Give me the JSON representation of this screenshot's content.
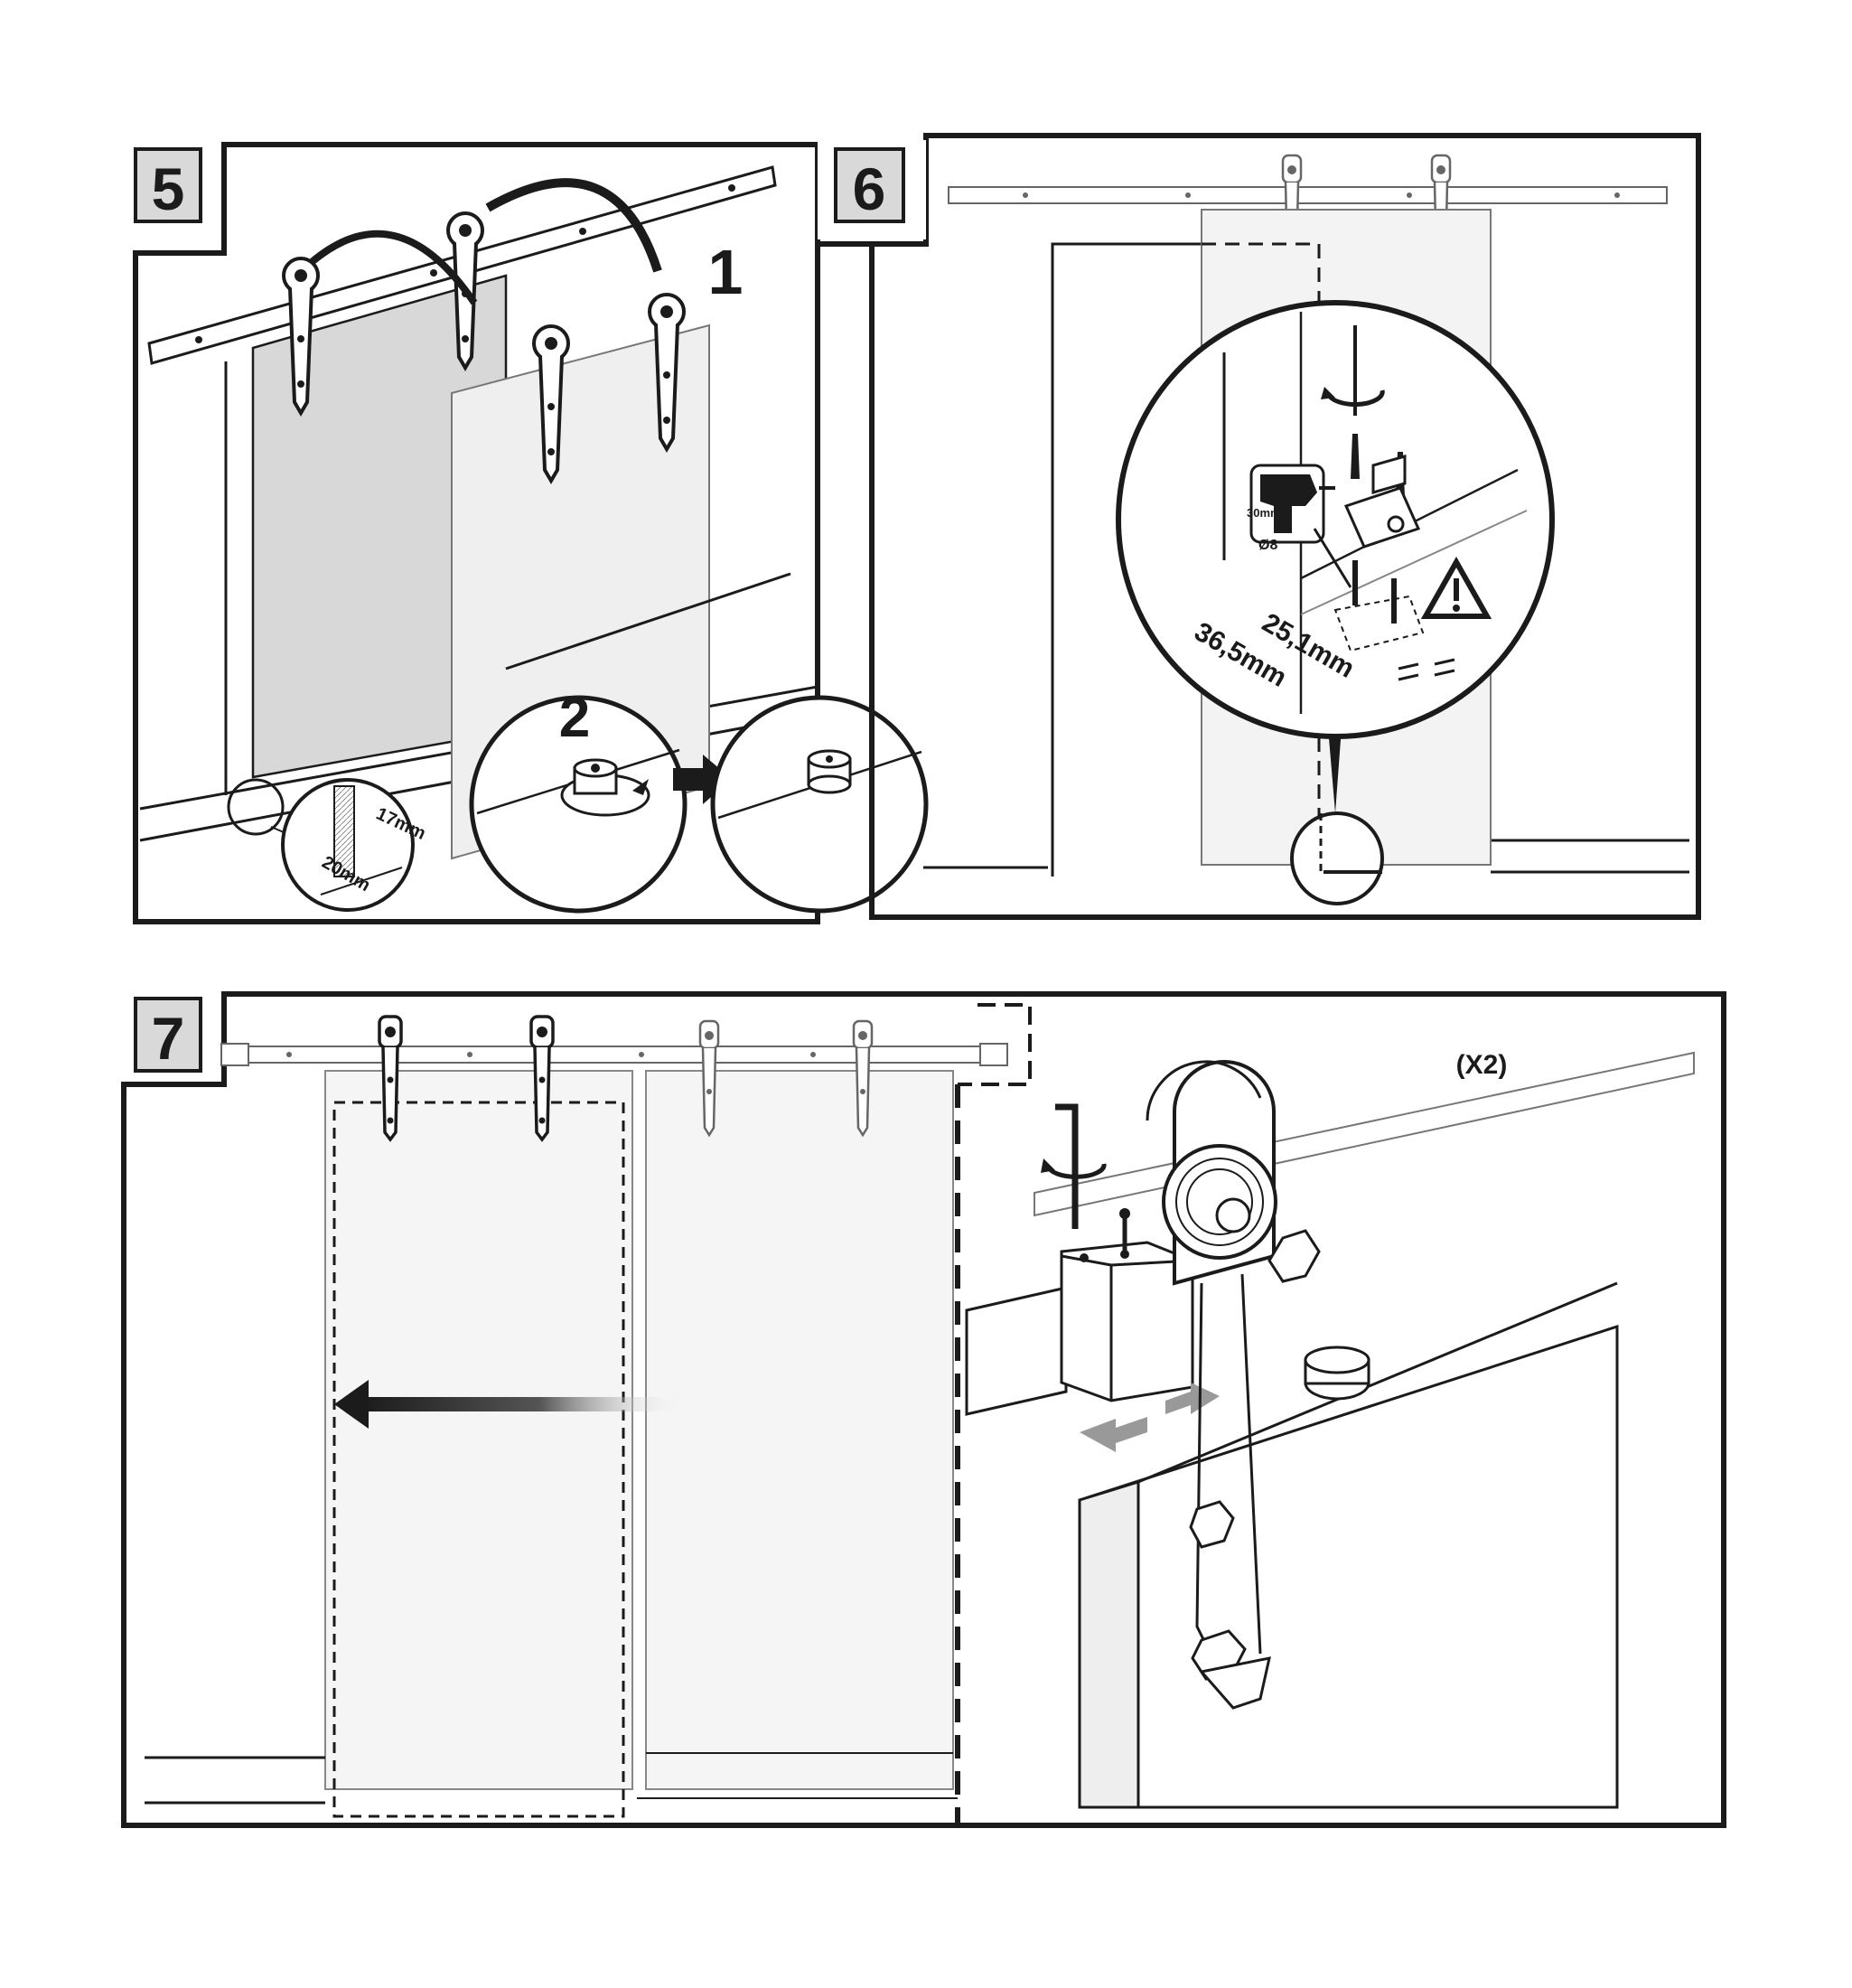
{
  "steps": {
    "step5": {
      "number": "5",
      "sub1": "1",
      "sub2": "2",
      "dim_17": "17mm",
      "dim_20": "20mm"
    },
    "step6": {
      "number": "6",
      "drill_depth": "30mm",
      "drill_dia": "Ø8",
      "dim_a": "25,1mm",
      "dim_b": "36,5mm"
    },
    "step7": {
      "number": "7",
      "quantity": "(X2)"
    }
  },
  "icons": [
    "rotate-arrow-icon",
    "drill-icon",
    "warning-triangle-icon",
    "right-arrow-icon",
    "left-arrow-icon",
    "hex-key-icon"
  ],
  "colors": {
    "ink": "#1b1b1b",
    "panel_fill": "#e9e9e9",
    "step_badge_fill": "#d9d9d9"
  }
}
